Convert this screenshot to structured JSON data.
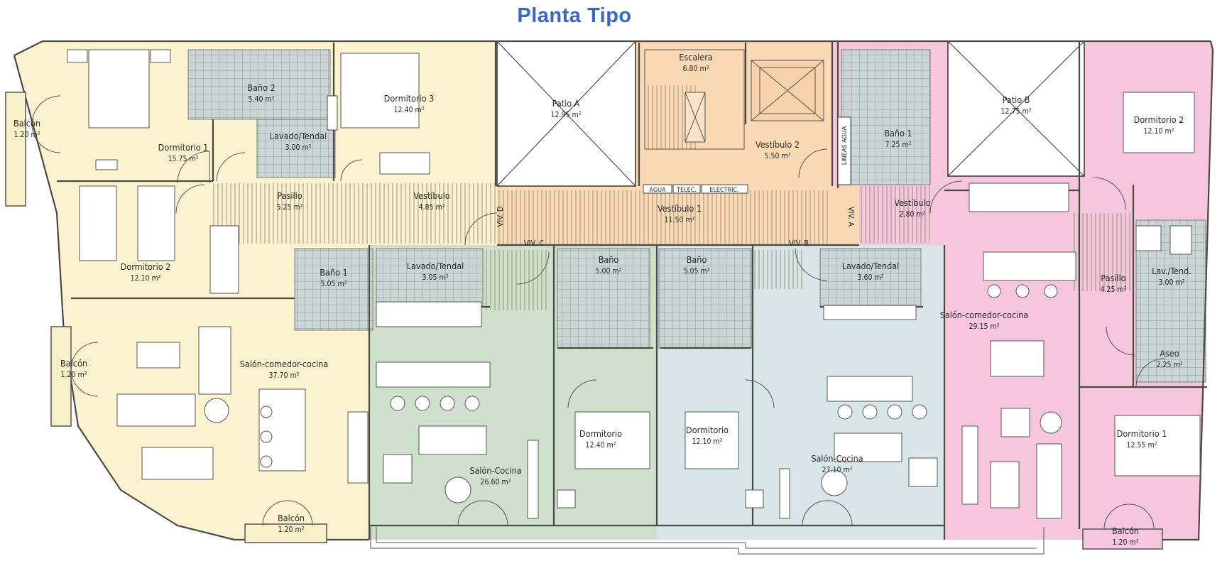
{
  "title": "Planta Tipo",
  "colors": {
    "title": "#3a67c5",
    "unit_yellow": "#fbf3cf",
    "unit_orange": "#fbd9b4",
    "unit_pink": "#f5c6dc",
    "unit_green": "#cfe0cc",
    "unit_blue": "#d9e6e8",
    "tiles": "#c9d6d4"
  },
  "labels": {
    "patio_a": [
      "Patio A",
      "12.95 m²"
    ],
    "patio_b": [
      "Patio B",
      "12.75 m²"
    ],
    "escalera": [
      "Escalera",
      "6.80 m²"
    ],
    "vestibulo_2": [
      "Vestíbulo 2",
      "5.50 m²"
    ],
    "vestibulo_1": [
      "Vestíbulo 1",
      "11.50 m²"
    ],
    "agua": "AGUA",
    "telec": "TELEC.",
    "electric": "ELECTRIC.",
    "lineas_agua": "LINEAS AGUA",
    "viv_a": "VIV. A",
    "viv_b": "VIV. B",
    "viv_c": "VIV. C",
    "viv_d": "VIV. D",
    "d_balcon_1": [
      "Balcón",
      "1.20 m²"
    ],
    "d_dormitorio_1": [
      "Dormitorio 1",
      "15.75 m²"
    ],
    "d_bano_2": [
      "Baño 2",
      "5.40 m²"
    ],
    "d_lavado": [
      "Lavado/Tendal",
      "3.00 m²"
    ],
    "d_dormitorio_3": [
      "Dormitorio 3",
      "12.40 m²"
    ],
    "d_pasillo": [
      "Pasillo",
      "5.25 m²"
    ],
    "d_vestibulo": [
      "Vestíbulo",
      "4.85 m²"
    ],
    "d_dormitorio_2": [
      "Dormitorio 2",
      "12.10 m²"
    ],
    "d_bano_1": [
      "Baño 1",
      "5.05 m²"
    ],
    "d_balcon_2": [
      "Balcón",
      "1.20 m²"
    ],
    "d_salon": [
      "Salón-comedor-cocina",
      "37.70 m²"
    ],
    "d_balcon_3": [
      "Balcón",
      "1.20 m²"
    ],
    "c_lavado": [
      "Lavado/Tendal",
      "3.05 m²"
    ],
    "c_bano": [
      "Baño",
      "5.00 m²"
    ],
    "c_dormitorio": [
      "Dormitorio",
      "12.40 m²"
    ],
    "c_salon": [
      "Salón-Cocina",
      "26.60 m²"
    ],
    "b_bano": [
      "Baño",
      "5.05 m²"
    ],
    "b_lavado": [
      "Lavado/Tendal",
      "3.60 m²"
    ],
    "b_dormitorio": [
      "Dormitorio",
      "12.10 m²"
    ],
    "b_salon": [
      "Salón-Cocina",
      "27.10 m²"
    ],
    "a_bano_1": [
      "Baño 1",
      "7.25 m²"
    ],
    "a_vestibulo": [
      "Vestíbulo",
      "2.80 m²"
    ],
    "a_dormitorio_2": [
      "Dormitorio 2",
      "12.10 m²"
    ],
    "a_salon": [
      "Salón-comedor-cocina",
      "29.15 m²"
    ],
    "a_pasillo": [
      "Pasillo",
      "4.25 m²"
    ],
    "a_lav_tend": [
      "Lav./Tend.",
      "3.00 m²"
    ],
    "a_aseo": [
      "Aseo",
      "2.25 m²"
    ],
    "a_dormitorio_1": [
      "Dormitorio 1",
      "12.55 m²"
    ],
    "a_balcon": [
      "Balcón",
      "1.20 m²"
    ]
  }
}
